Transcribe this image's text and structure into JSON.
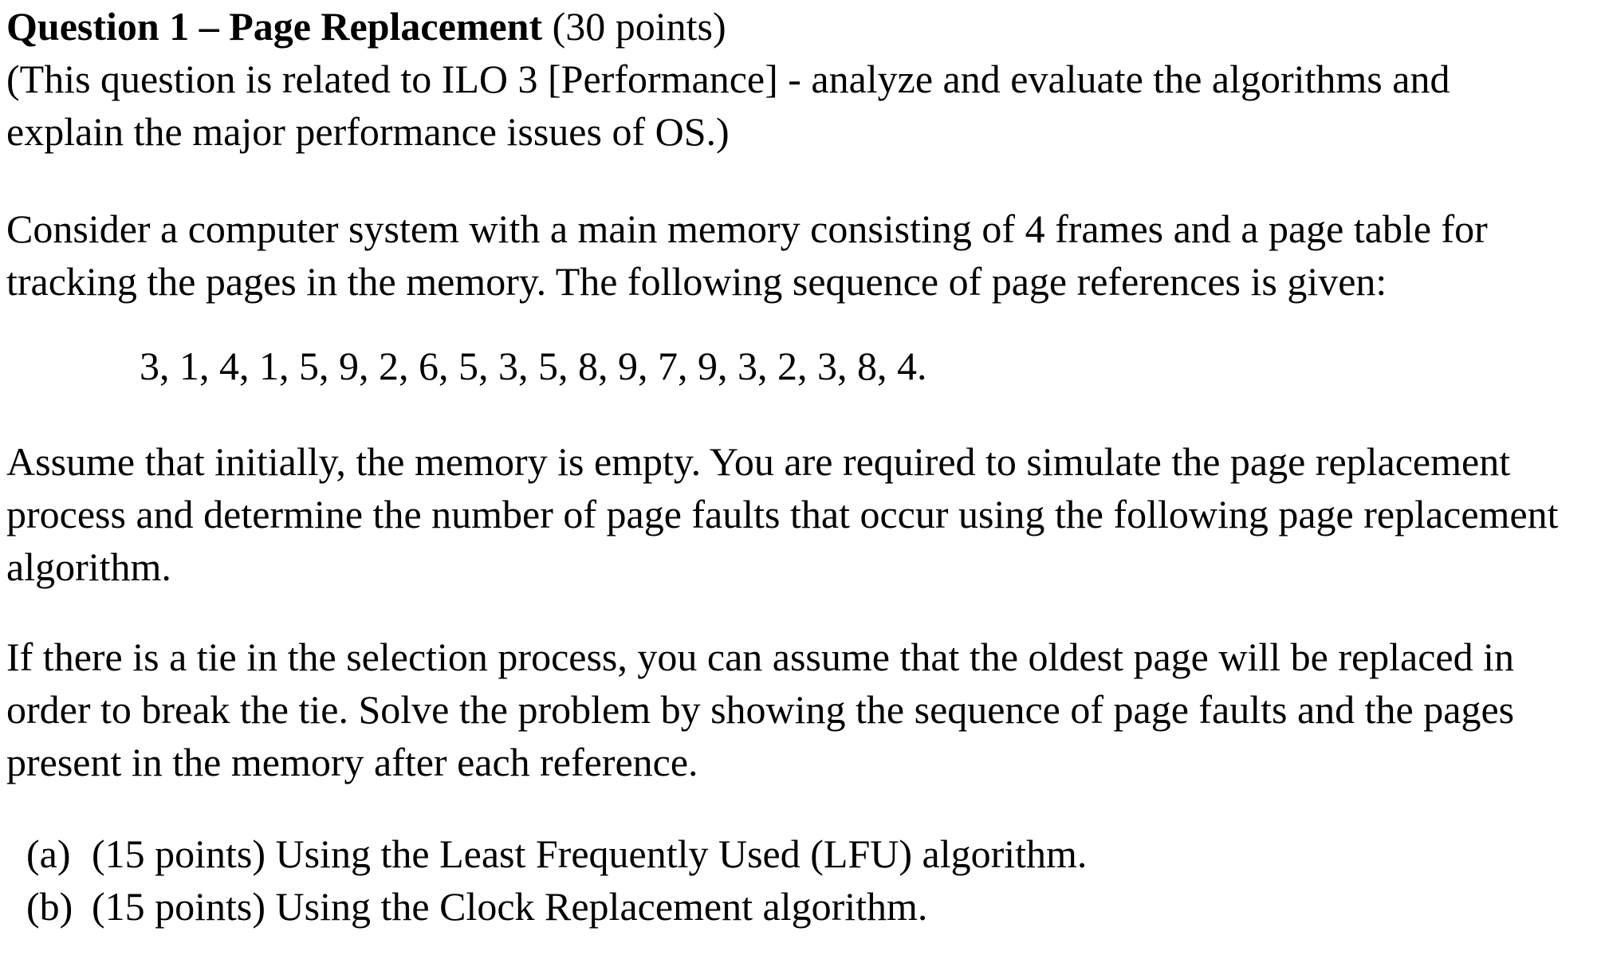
{
  "doc": {
    "title_bold": "Question 1 – Page Replacement",
    "title_points": " (30 points)",
    "ilo_lines": [
      "(This question is related to ILO 3 [Performance] - analyze and evaluate the algorithms and",
      "explain the major performance issues of OS.)"
    ],
    "setup_lines": [
      "Consider a computer system with a main memory consisting of 4 frames and a page table for",
      "tracking the pages in the memory. The following sequence of page references is given:"
    ],
    "sequence": "3, 1, 4, 1, 5, 9, 2, 6, 5, 3, 5, 8, 9, 7, 9, 3, 2, 3, 8, 4.",
    "simulate_lines": [
      "Assume that initially, the memory is empty. You are required to simulate the page replacement",
      "process and determine the number of page faults that occur using the following page replacement",
      "algorithm."
    ],
    "tie_lines": [
      "If there is a tie in the selection process, you can assume that the oldest page will be replaced in",
      "order to break the tie. Solve the problem by showing the sequence of page faults and the pages",
      "present in the memory after each reference."
    ],
    "items": [
      {
        "marker": "(a)",
        "text": "(15 points) Using the Least Frequently Used (LFU) algorithm."
      },
      {
        "marker": "(b)",
        "text": "(15 points) Using the Clock Replacement algorithm."
      }
    ]
  }
}
